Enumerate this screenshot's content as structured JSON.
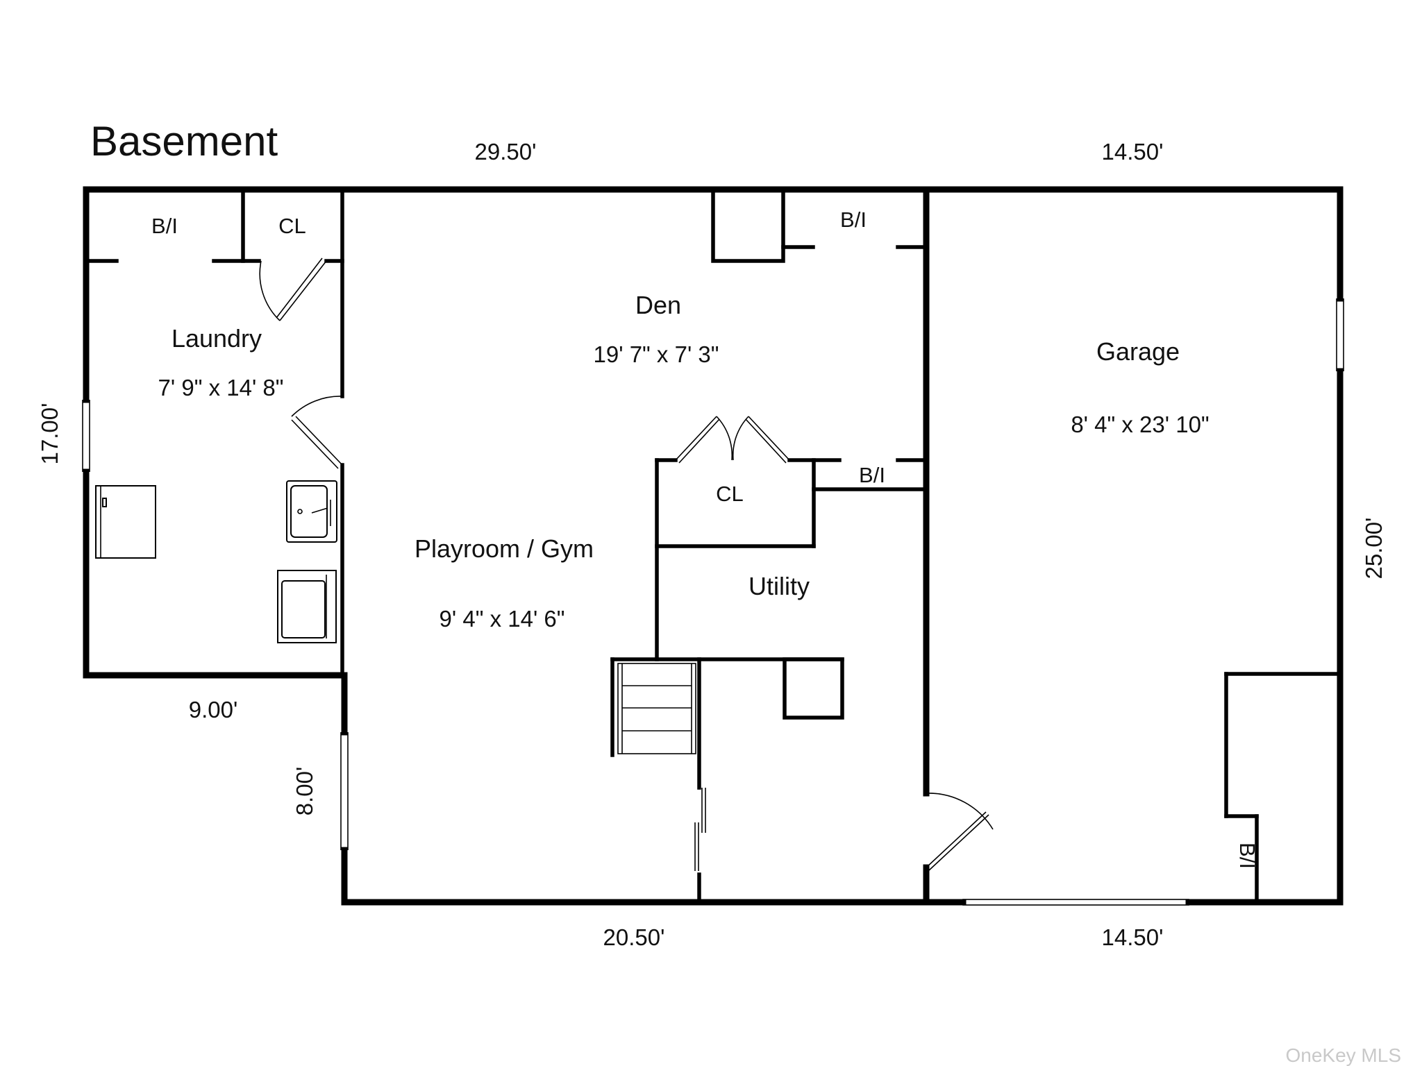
{
  "plan": {
    "title": "Basement",
    "rooms": {
      "laundry": {
        "name": "Laundry",
        "size": "7' 9\" x 14' 8\""
      },
      "den": {
        "name": "Den",
        "size": "19' 7\" x 7' 3\""
      },
      "garage": {
        "name": "Garage",
        "size": "8' 4\" x 23' 10\""
      },
      "playroom": {
        "name": "Playroom / Gym",
        "size": "9' 4\" x 14' 6\""
      },
      "utility": {
        "name": "Utility"
      }
    },
    "labels": {
      "bi_laundry": "B/I",
      "cl_laundry": "CL",
      "bi_den": "B/I",
      "cl_den": "CL",
      "bi_utility": "B/I",
      "bi_garage": "B/I"
    },
    "dimensions": {
      "top_left": "29.50'",
      "top_right": "14.50'",
      "left": "17.00'",
      "right": "25.00'",
      "laundry_bottom": "9.00'",
      "step_side": "8.00'",
      "bottom_left": "20.50'",
      "bottom_right": "14.50'"
    },
    "watermark": "OneKey MLS"
  }
}
